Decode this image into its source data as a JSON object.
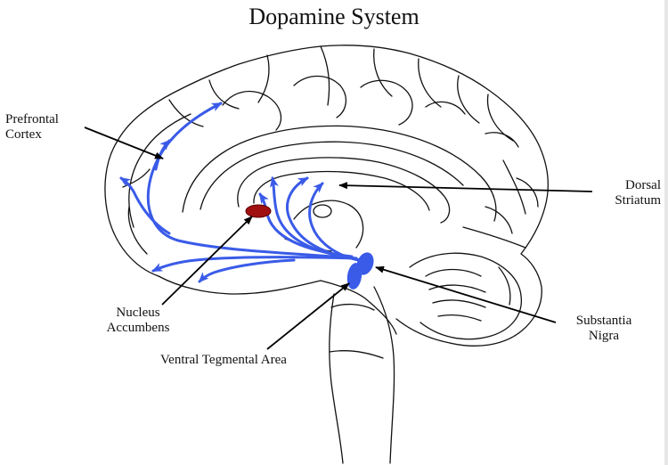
{
  "title": "Dopamine System",
  "labels": {
    "prefrontal_cortex": [
      "Prefrontal",
      "Cortex"
    ],
    "dorsal_striatum": [
      "Dorsal",
      "Striatum"
    ],
    "nucleus_accumbens": [
      "Nucleus",
      "Accumbens"
    ],
    "substantia_nigra": [
      "Substantia",
      "Nigra"
    ],
    "ventral_tegmental_area": [
      "Ventral Tegmental Area"
    ]
  },
  "colors": {
    "pathway": "#3a5be8",
    "nucleus_accumbens": "#a01010",
    "outline": "#111111",
    "leader": "#000000"
  }
}
